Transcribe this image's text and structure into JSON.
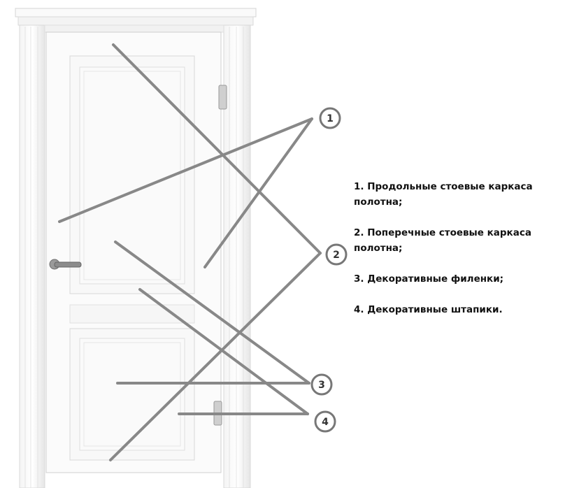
{
  "markers": [
    "1",
    "2",
    "3",
    "4"
  ],
  "legend": [
    "1. Продольные стоевые каркаса полотна;",
    "2. Поперечные стоевые каркаса полотна;",
    "3. Декоративные филенки;",
    "4. Декоративные штапики."
  ]
}
